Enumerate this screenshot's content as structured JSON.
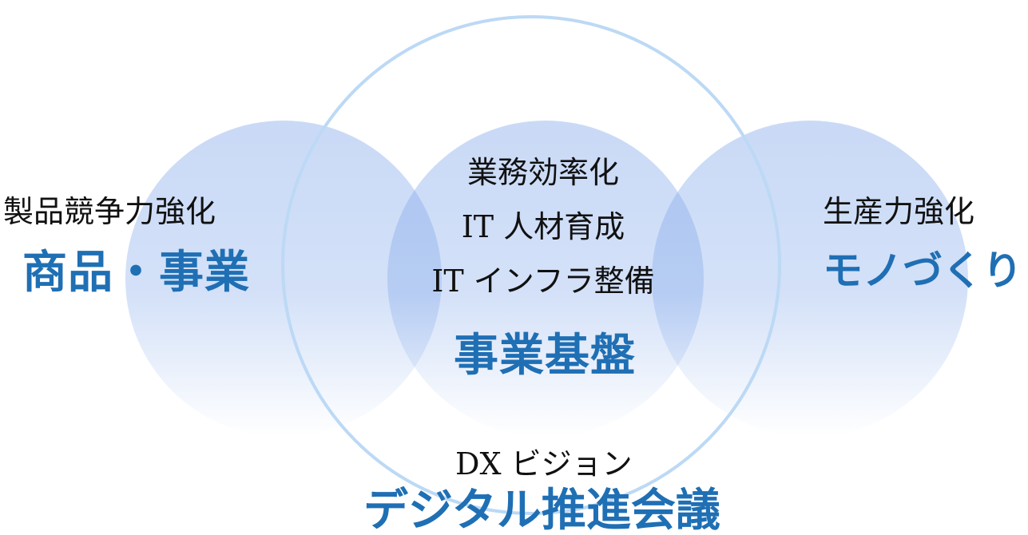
{
  "colors": {
    "circle_fill": "#7fa6ea",
    "outline": "#bcd9f5",
    "accent_text": "#1f6fb4",
    "body_text": "#111111"
  },
  "left": {
    "subtitle": "製品競争力強化",
    "title": "商品・事業"
  },
  "right": {
    "subtitle": "生産力強化",
    "title": "モノづくり"
  },
  "center": {
    "lines": [
      "業務効率化",
      "IT 人材育成",
      "IT インフラ整備"
    ],
    "title": "事業基盤"
  },
  "bottom": {
    "subtitle": "DX ビジョン",
    "title": "デジタル推進会議"
  }
}
